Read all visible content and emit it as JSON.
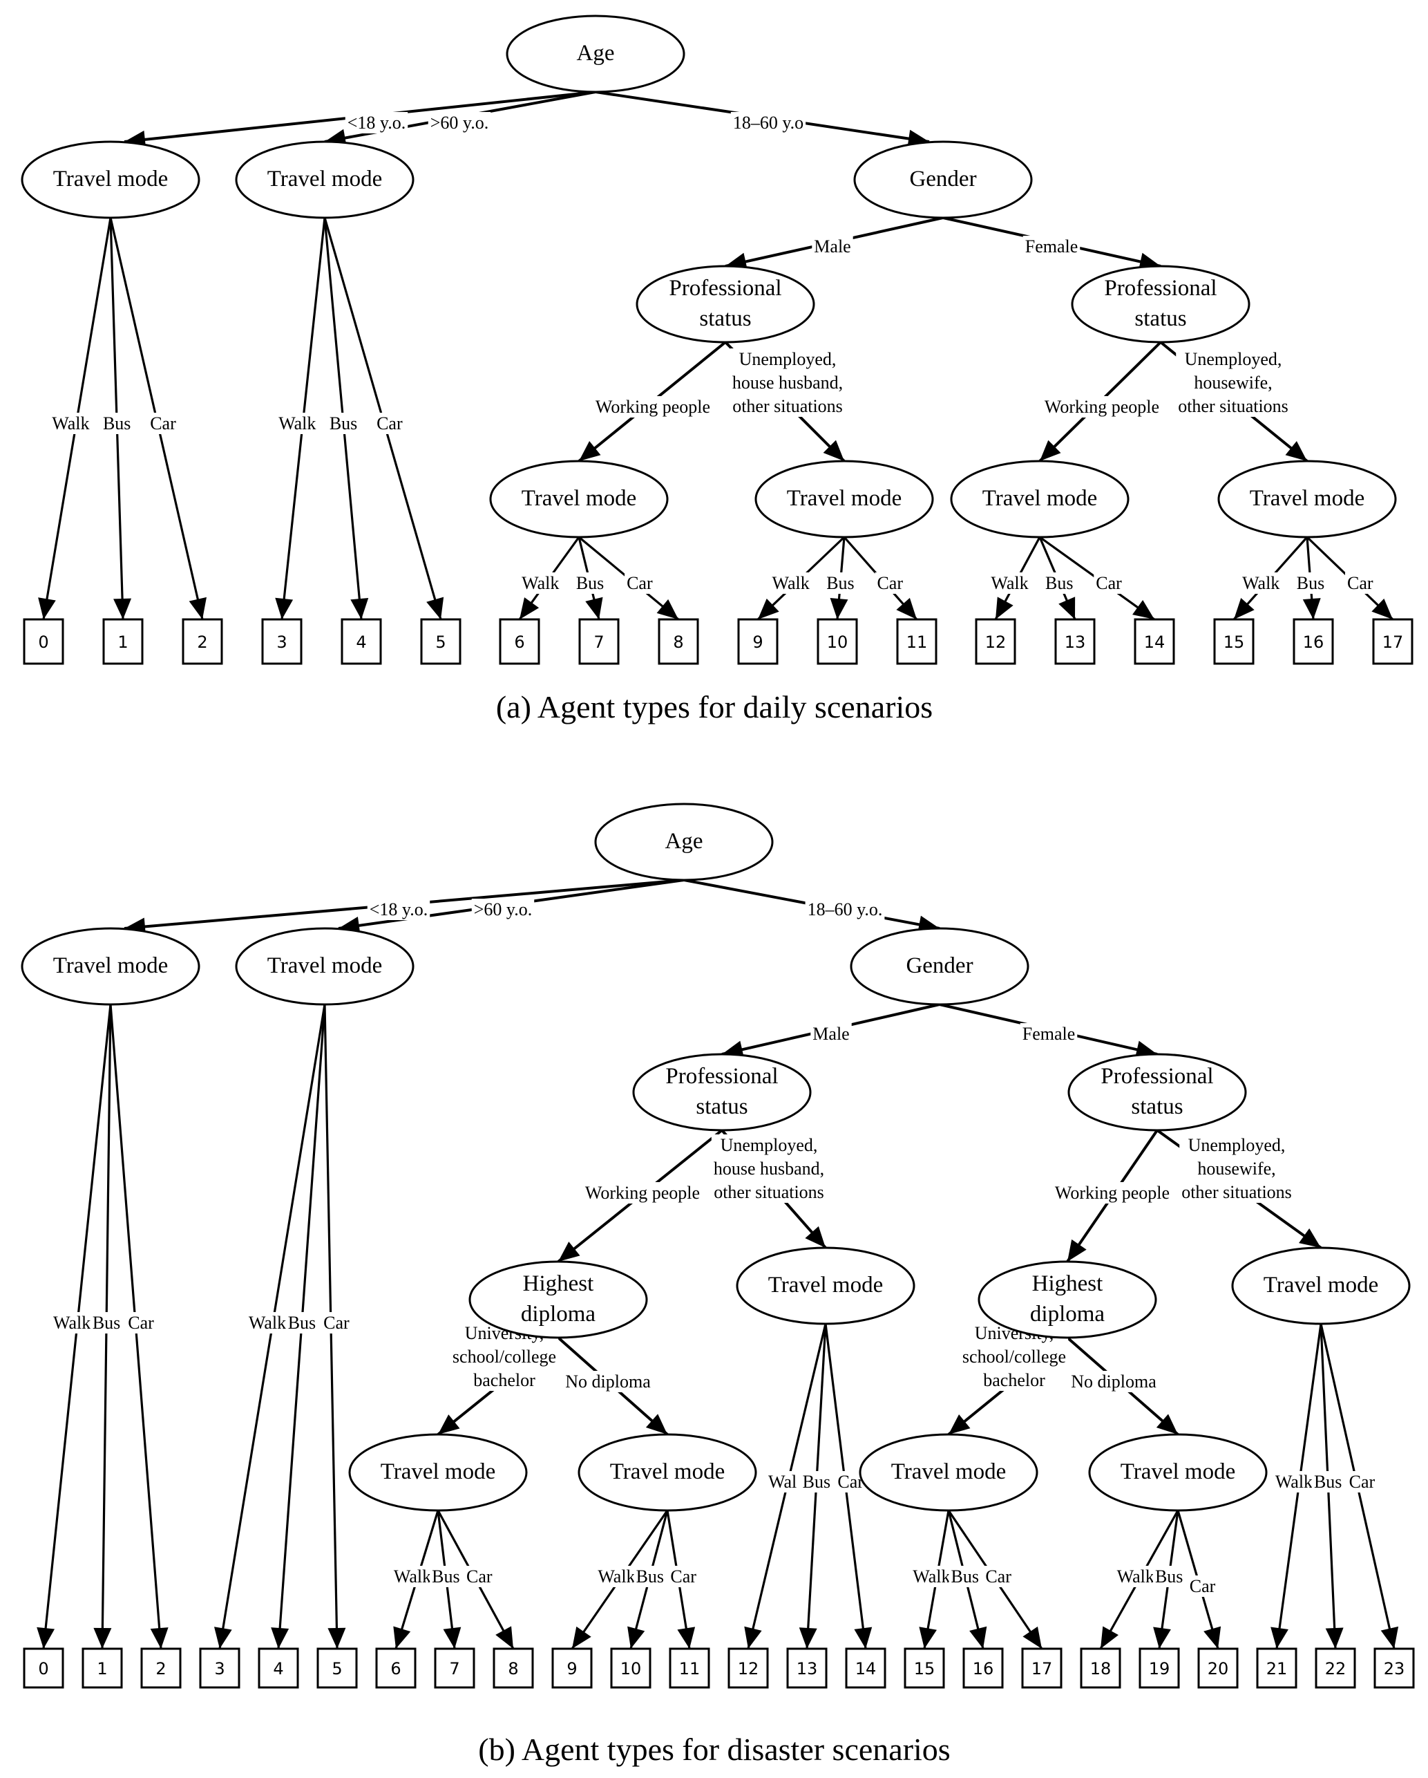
{
  "panels": [
    {
      "id": "a",
      "caption": "(a) Agent types for daily scenarios",
      "nodes": [
        {
          "id": "age",
          "label": [
            "Age"
          ]
        },
        {
          "id": "tm_u18",
          "label": [
            "Travel mode"
          ]
        },
        {
          "id": "tm_o60",
          "label": [
            "Travel mode"
          ]
        },
        {
          "id": "gender",
          "label": [
            "Gender"
          ]
        },
        {
          "id": "ps_m",
          "label": [
            "Professional",
            "status"
          ]
        },
        {
          "id": "ps_f",
          "label": [
            "Professional",
            "status"
          ]
        },
        {
          "id": "tm_mw",
          "label": [
            "Travel mode"
          ]
        },
        {
          "id": "tm_mu",
          "label": [
            "Travel mode"
          ]
        },
        {
          "id": "tm_fw",
          "label": [
            "Travel mode"
          ]
        },
        {
          "id": "tm_fu",
          "label": [
            "Travel mode"
          ]
        }
      ],
      "edges": [
        {
          "from": "age",
          "to": "tm_u18",
          "label": [
            "<18 y.o."
          ]
        },
        {
          "from": "age",
          "to": "tm_o60",
          "label": [
            ">60 y.o."
          ]
        },
        {
          "from": "age",
          "to": "gender",
          "label": [
            "18–60 y.o"
          ]
        },
        {
          "from": "gender",
          "to": "ps_m",
          "label": [
            "Male"
          ]
        },
        {
          "from": "gender",
          "to": "ps_f",
          "label": [
            "Female"
          ]
        },
        {
          "from": "ps_m",
          "to": "tm_mw",
          "label": [
            "Working people"
          ]
        },
        {
          "from": "ps_m",
          "to": "tm_mu",
          "label": [
            "Unemployed,",
            "house husband,",
            "other situations"
          ]
        },
        {
          "from": "ps_f",
          "to": "tm_fw",
          "label": [
            "Working people"
          ]
        },
        {
          "from": "ps_f",
          "to": "tm_fu",
          "label": [
            "Unemployed,",
            "housewife,",
            "other situations"
          ]
        }
      ],
      "leaf_groups": [
        {
          "parent": "tm_u18",
          "modes": [
            "Walk",
            "Bus",
            "Car"
          ],
          "leaves": [
            "0",
            "1",
            "2"
          ]
        },
        {
          "parent": "tm_o60",
          "modes": [
            "Walk",
            "Bus",
            "Car"
          ],
          "leaves": [
            "3",
            "4",
            "5"
          ]
        },
        {
          "parent": "tm_mw",
          "modes": [
            "Walk",
            "Bus",
            "Car"
          ],
          "leaves": [
            "6",
            "7",
            "8"
          ]
        },
        {
          "parent": "tm_mu",
          "modes": [
            "Walk",
            "Bus",
            "Car"
          ],
          "leaves": [
            "9",
            "10",
            "11"
          ]
        },
        {
          "parent": "tm_fw",
          "modes": [
            "Walk",
            "Bus",
            "Car"
          ],
          "leaves": [
            "12",
            "13",
            "14"
          ]
        },
        {
          "parent": "tm_fu",
          "modes": [
            "Walk",
            "Bus",
            "Car"
          ],
          "leaves": [
            "15",
            "16",
            "17"
          ]
        }
      ]
    },
    {
      "id": "b",
      "caption": "(b) Agent types for disaster scenarios",
      "nodes": [
        {
          "id": "age",
          "label": [
            "Age"
          ]
        },
        {
          "id": "tm_u18",
          "label": [
            "Travel mode"
          ]
        },
        {
          "id": "tm_o60",
          "label": [
            "Travel mode"
          ]
        },
        {
          "id": "gender",
          "label": [
            "Gender"
          ]
        },
        {
          "id": "ps_m",
          "label": [
            "Professional",
            "status"
          ]
        },
        {
          "id": "ps_f",
          "label": [
            "Professional",
            "status"
          ]
        },
        {
          "id": "hd_m",
          "label": [
            "Highest",
            "diploma"
          ]
        },
        {
          "id": "tm_mu",
          "label": [
            "Travel mode"
          ]
        },
        {
          "id": "hd_f",
          "label": [
            "Highest",
            "diploma"
          ]
        },
        {
          "id": "tm_fu",
          "label": [
            "Travel mode"
          ]
        },
        {
          "id": "tm_mwu",
          "label": [
            "Travel mode"
          ]
        },
        {
          "id": "tm_mwn",
          "label": [
            "Travel mode"
          ]
        },
        {
          "id": "tm_fwu",
          "label": [
            "Travel mode"
          ]
        },
        {
          "id": "tm_fwn",
          "label": [
            "Travel mode"
          ]
        }
      ],
      "edges": [
        {
          "from": "age",
          "to": "tm_u18",
          "label": [
            "<18 y.o."
          ]
        },
        {
          "from": "age",
          "to": "tm_o60",
          "label": [
            ">60 y.o."
          ]
        },
        {
          "from": "age",
          "to": "gender",
          "label": [
            "18–60 y.o."
          ]
        },
        {
          "from": "gender",
          "to": "ps_m",
          "label": [
            "Male"
          ]
        },
        {
          "from": "gender",
          "to": "ps_f",
          "label": [
            "Female"
          ]
        },
        {
          "from": "ps_m",
          "to": "hd_m",
          "label": [
            "Working people"
          ]
        },
        {
          "from": "ps_m",
          "to": "tm_mu",
          "label": [
            "Unemployed,",
            "house husband,",
            "other situations"
          ]
        },
        {
          "from": "ps_f",
          "to": "hd_f",
          "label": [
            "Working people"
          ]
        },
        {
          "from": "ps_f",
          "to": "tm_fu",
          "label": [
            "Unemployed,",
            "housewife,",
            "other situations"
          ]
        },
        {
          "from": "hd_m",
          "to": "tm_mwu",
          "label": [
            "University,",
            "school/college",
            "bachelor"
          ]
        },
        {
          "from": "hd_m",
          "to": "tm_mwn",
          "label": [
            "No diploma"
          ]
        },
        {
          "from": "hd_f",
          "to": "tm_fwu",
          "label": [
            "University,",
            "school/college",
            "bachelor"
          ]
        },
        {
          "from": "hd_f",
          "to": "tm_fwn",
          "label": [
            "No diploma"
          ]
        }
      ],
      "leaf_groups": [
        {
          "parent": "tm_u18",
          "modes": [
            "Walk",
            "Bus",
            "Car"
          ],
          "leaves": [
            "0",
            "1",
            "2"
          ]
        },
        {
          "parent": "tm_o60",
          "modes": [
            "Walk",
            "Bus",
            "Car"
          ],
          "leaves": [
            "3",
            "4",
            "5"
          ]
        },
        {
          "parent": "tm_mwu",
          "modes": [
            "Walk",
            "Bus",
            "Car"
          ],
          "leaves": [
            "6",
            "7",
            "8"
          ]
        },
        {
          "parent": "tm_mwn",
          "modes": [
            "Walk",
            "Bus",
            "Car"
          ],
          "leaves": [
            "9",
            "10",
            "11"
          ]
        },
        {
          "parent": "tm_mu",
          "modes": [
            "Wal",
            "Bus",
            "Car"
          ],
          "leaves": [
            "12",
            "13",
            "14"
          ]
        },
        {
          "parent": "tm_fwu",
          "modes": [
            "Walk",
            "Bus",
            "Car"
          ],
          "leaves": [
            "15",
            "16",
            "17"
          ]
        },
        {
          "parent": "tm_fwn",
          "modes": [
            "Walk",
            "Bus",
            "Car"
          ],
          "leaves": [
            "18",
            "19",
            "20"
          ]
        },
        {
          "parent": "tm_fu",
          "modes": [
            "Walk",
            "Bus",
            "Car"
          ],
          "leaves": [
            "21",
            "22",
            "23"
          ]
        }
      ]
    }
  ]
}
